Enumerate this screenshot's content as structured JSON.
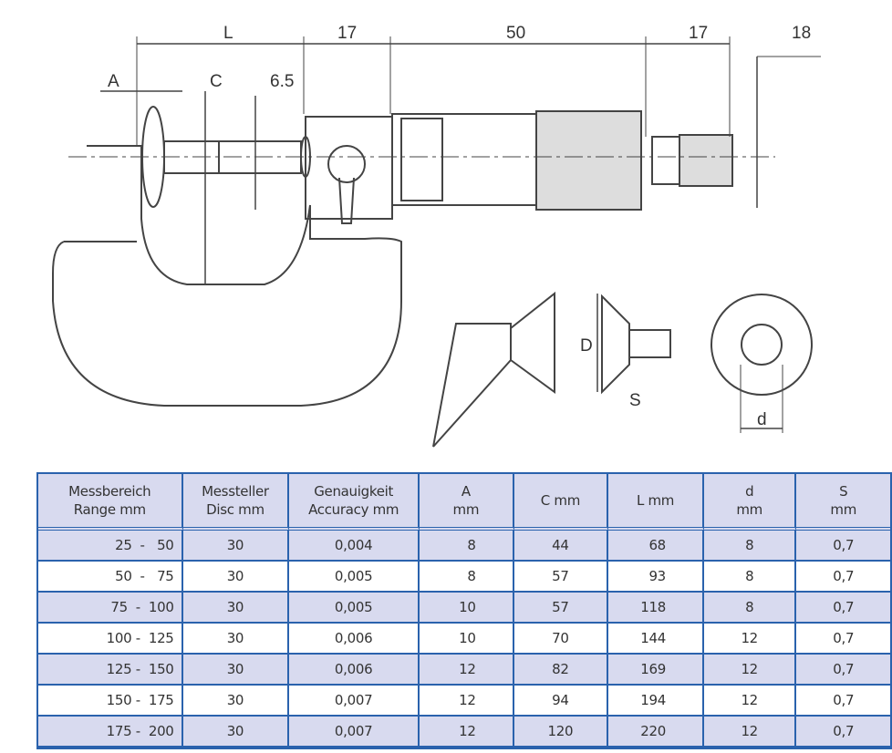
{
  "drawing": {
    "dim_L": "L",
    "dim_17a": "17",
    "dim_50": "50",
    "dim_17b": "17",
    "dim_18": "18",
    "label_A": "A",
    "label_C": "C",
    "dim_6_5": "6.5",
    "label_D": "D",
    "label_S": "S",
    "label_d": "d"
  },
  "table": {
    "headers": [
      [
        "Messbereich",
        "Range mm"
      ],
      [
        "Messteller",
        "Disc mm"
      ],
      [
        "Genauigkeit",
        "Accuracy mm"
      ],
      [
        "A",
        "mm"
      ],
      [
        "C mm",
        ""
      ],
      [
        "L mm",
        ""
      ],
      [
        "d",
        "mm"
      ],
      [
        "S",
        "mm"
      ]
    ],
    "rows": [
      [
        "25  -   50",
        "30",
        "0,004",
        "8",
        "44",
        "68",
        "8",
        "0,7"
      ],
      [
        "50  -   75",
        "30",
        "0,005",
        "8",
        "57",
        "93",
        "8",
        "0,7"
      ],
      [
        "75  -  100",
        "30",
        "0,005",
        "10",
        "57",
        "118",
        "8",
        "0,7"
      ],
      [
        "100 -  125",
        "30",
        "0,006",
        "10",
        "70",
        "144",
        "12",
        "0,7"
      ],
      [
        "125 -  150",
        "30",
        "0,006",
        "12",
        "82",
        "169",
        "12",
        "0,7"
      ],
      [
        "150 -  175",
        "30",
        "0,007",
        "12",
        "94",
        "194",
        "12",
        "0,7"
      ],
      [
        "175 -  200",
        "30",
        "0,007",
        "12",
        "120",
        "220",
        "12",
        "0,7"
      ]
    ]
  }
}
